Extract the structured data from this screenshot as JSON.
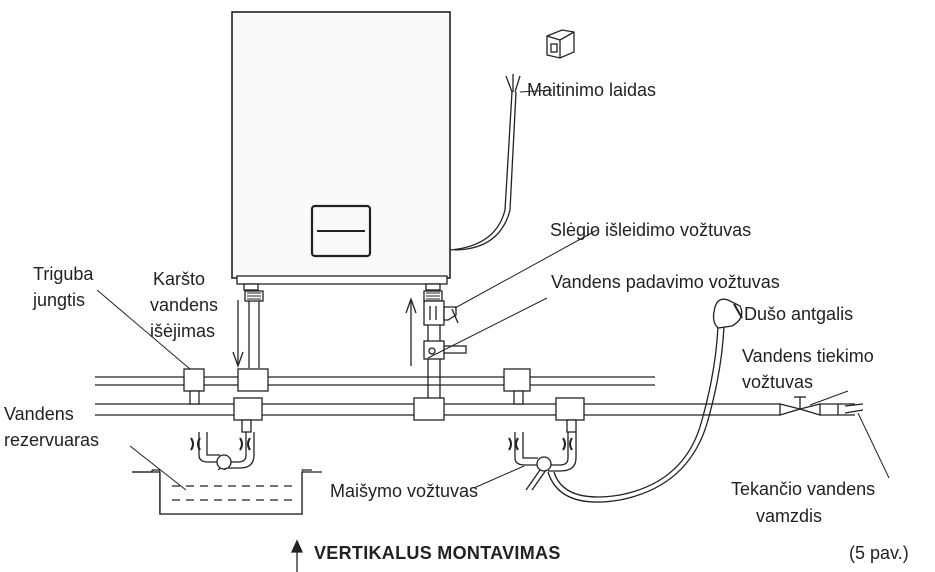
{
  "labels": {
    "power_cord": "Maitinimo laidas",
    "pressure_relief_valve": "Slėgio išleidimo vožtuvas",
    "water_inlet_valve": "Vandens padavimo vožtuvas",
    "shower_head": "Dušo antgalis",
    "supply_valve_line1": "Vandens tiekimo",
    "supply_valve_line2": "vožtuvas",
    "hot_outlet_line1": "Karšto",
    "hot_outlet_line2": "vandens",
    "hot_outlet_line3": "išėjimas",
    "triple_joint_line1": "Triguba",
    "triple_joint_line2": "jungtis",
    "reservoir_line1": "Vandens",
    "reservoir_line2": "rezervuaras",
    "mixing_valve": "Maišymo vožtuvas",
    "tap_pipe_line1": "Tekančio vandens",
    "tap_pipe_line2": "vamzdis"
  },
  "caption": {
    "title": "VERTIKALUS MONTAVIMAS",
    "figure": "(5 pav.)"
  },
  "colors": {
    "line": "#222222",
    "tank_fill": "#fafafa"
  }
}
